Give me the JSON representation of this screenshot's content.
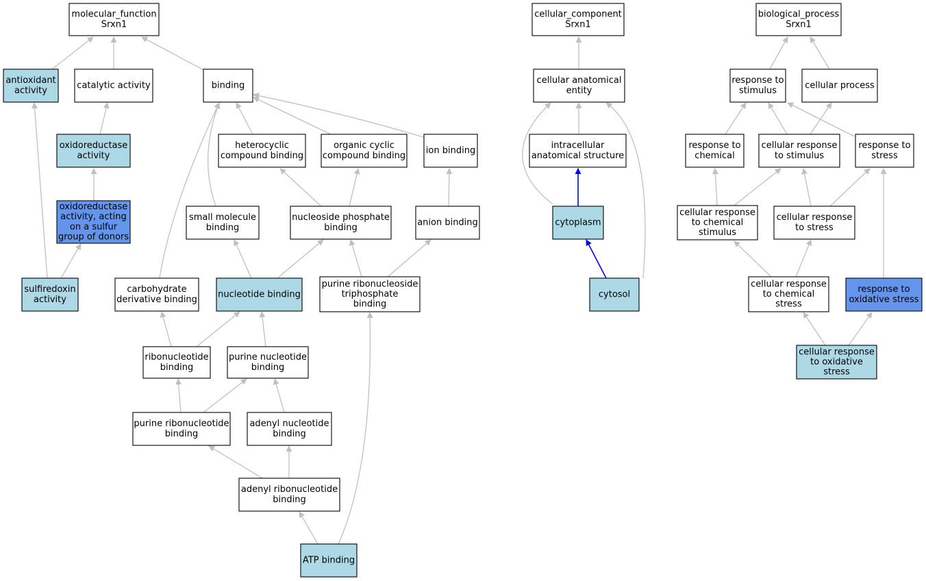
{
  "diagram": {
    "colors": {
      "default_fill": "#ffffff",
      "annotated_fill": "#add8e6",
      "highlight_fill": "#6495ed",
      "edge_gray": "#c0c0c0",
      "edge_blue": "#0000ff",
      "border": "#000000"
    },
    "nodes": [
      {
        "id": "mf",
        "lines": [
          "molecular_function",
          "Srxn1"
        ],
        "style": "default"
      },
      {
        "id": "antioxidant",
        "lines": [
          "antioxidant",
          "activity"
        ],
        "style": "annotated"
      },
      {
        "id": "catalytic",
        "lines": [
          "catalytic activity"
        ],
        "style": "default"
      },
      {
        "id": "oxidoreductase",
        "lines": [
          "oxidoreductase",
          "activity"
        ],
        "style": "annotated"
      },
      {
        "id": "oxidoreductase_sulfur",
        "lines": [
          "oxidoreductase",
          "activity, acting",
          "on a sulfur",
          "group of donors"
        ],
        "style": "highlight"
      },
      {
        "id": "sulfiredoxin",
        "lines": [
          "sulfiredoxin",
          "activity"
        ],
        "style": "annotated"
      },
      {
        "id": "binding",
        "lines": [
          "binding"
        ],
        "style": "default"
      },
      {
        "id": "heterocyclic",
        "lines": [
          "heterocyclic",
          "compound binding"
        ],
        "style": "default"
      },
      {
        "id": "organic_cyclic",
        "lines": [
          "organic cyclic",
          "compound binding"
        ],
        "style": "default"
      },
      {
        "id": "ion_binding",
        "lines": [
          "ion binding"
        ],
        "style": "default"
      },
      {
        "id": "small_molecule",
        "lines": [
          "small molecule",
          "binding"
        ],
        "style": "default"
      },
      {
        "id": "nucleoside_phosphate",
        "lines": [
          "nucleoside phosphate",
          "binding"
        ],
        "style": "default"
      },
      {
        "id": "anion_binding",
        "lines": [
          "anion binding"
        ],
        "style": "default"
      },
      {
        "id": "carbohydrate",
        "lines": [
          "carbohydrate",
          "derivative binding"
        ],
        "style": "default"
      },
      {
        "id": "nucleotide_binding",
        "lines": [
          "nucleotide binding"
        ],
        "style": "annotated"
      },
      {
        "id": "purine_ribonucleoside_tp",
        "lines": [
          "purine ribonucleoside",
          "triphosphate",
          "binding"
        ],
        "style": "default"
      },
      {
        "id": "ribonucleotide",
        "lines": [
          "ribonucleotide",
          "binding"
        ],
        "style": "default"
      },
      {
        "id": "purine_nucleotide",
        "lines": [
          "purine nucleotide",
          "binding"
        ],
        "style": "default"
      },
      {
        "id": "purine_ribonucleotide",
        "lines": [
          "purine ribonucleotide",
          "binding"
        ],
        "style": "default"
      },
      {
        "id": "adenyl_nucleotide",
        "lines": [
          "adenyl nucleotide",
          "binding"
        ],
        "style": "default"
      },
      {
        "id": "adenyl_ribonucleotide",
        "lines": [
          "adenyl ribonucleotide",
          "binding"
        ],
        "style": "default"
      },
      {
        "id": "atp_binding",
        "lines": [
          "ATP binding"
        ],
        "style": "annotated"
      },
      {
        "id": "cc",
        "lines": [
          "cellular_component",
          "Srxn1"
        ],
        "style": "default"
      },
      {
        "id": "cellular_anatomical",
        "lines": [
          "cellular anatomical",
          "entity"
        ],
        "style": "default"
      },
      {
        "id": "intracellular",
        "lines": [
          "intracellular",
          "anatomical structure"
        ],
        "style": "default"
      },
      {
        "id": "cytoplasm",
        "lines": [
          "cytoplasm"
        ],
        "style": "annotated"
      },
      {
        "id": "cytosol",
        "lines": [
          "cytosol"
        ],
        "style": "annotated"
      },
      {
        "id": "bp",
        "lines": [
          "biological_process",
          "Srxn1"
        ],
        "style": "default"
      },
      {
        "id": "response_stimulus",
        "lines": [
          "response to",
          "stimulus"
        ],
        "style": "default"
      },
      {
        "id": "cellular_process",
        "lines": [
          "cellular process"
        ],
        "style": "default"
      },
      {
        "id": "response_chemical",
        "lines": [
          "response to",
          "chemical"
        ],
        "style": "default"
      },
      {
        "id": "cellular_response_stimulus",
        "lines": [
          "cellular response",
          "to stimulus"
        ],
        "style": "default"
      },
      {
        "id": "response_stress",
        "lines": [
          "response to",
          "stress"
        ],
        "style": "default"
      },
      {
        "id": "cellular_response_chemical_stimulus",
        "lines": [
          "cellular response",
          "to chemical",
          "stimulus"
        ],
        "style": "default"
      },
      {
        "id": "cellular_response_stress",
        "lines": [
          "cellular response",
          "to stress"
        ],
        "style": "default"
      },
      {
        "id": "cellular_response_chemical_stress",
        "lines": [
          "cellular response",
          "to chemical",
          "stress"
        ],
        "style": "default"
      },
      {
        "id": "response_oxidative",
        "lines": [
          "response to",
          "oxidative stress"
        ],
        "style": "highlight"
      },
      {
        "id": "cellular_response_oxidative",
        "lines": [
          "cellular response",
          "to oxidative",
          "stress"
        ],
        "style": "annotated"
      }
    ],
    "edges": [
      {
        "from": "antioxidant",
        "to": "mf",
        "color": "gray"
      },
      {
        "from": "catalytic",
        "to": "mf",
        "color": "gray"
      },
      {
        "from": "binding",
        "to": "mf",
        "color": "gray"
      },
      {
        "from": "oxidoreductase",
        "to": "catalytic",
        "color": "gray"
      },
      {
        "from": "oxidoreductase_sulfur",
        "to": "oxidoreductase",
        "color": "gray"
      },
      {
        "from": "sulfiredoxin",
        "to": "antioxidant",
        "color": "gray"
      },
      {
        "from": "sulfiredoxin",
        "to": "oxidoreductase_sulfur",
        "color": "gray"
      },
      {
        "from": "heterocyclic",
        "to": "binding",
        "color": "gray"
      },
      {
        "from": "organic_cyclic",
        "to": "binding",
        "color": "gray"
      },
      {
        "from": "ion_binding",
        "to": "binding",
        "color": "gray"
      },
      {
        "from": "small_molecule",
        "to": "binding",
        "color": "gray"
      },
      {
        "from": "carbohydrate",
        "to": "binding",
        "color": "gray"
      },
      {
        "from": "nucleoside_phosphate",
        "to": "heterocyclic",
        "color": "gray"
      },
      {
        "from": "nucleoside_phosphate",
        "to": "organic_cyclic",
        "color": "gray"
      },
      {
        "from": "anion_binding",
        "to": "ion_binding",
        "color": "gray"
      },
      {
        "from": "nucleotide_binding",
        "to": "small_molecule",
        "color": "gray"
      },
      {
        "from": "nucleotide_binding",
        "to": "nucleoside_phosphate",
        "color": "gray"
      },
      {
        "from": "purine_ribonucleoside_tp",
        "to": "nucleoside_phosphate",
        "color": "gray"
      },
      {
        "from": "purine_ribonucleoside_tp",
        "to": "anion_binding",
        "color": "gray"
      },
      {
        "from": "ribonucleotide",
        "to": "carbohydrate",
        "color": "gray"
      },
      {
        "from": "ribonucleotide",
        "to": "nucleotide_binding",
        "color": "gray"
      },
      {
        "from": "purine_nucleotide",
        "to": "nucleotide_binding",
        "color": "gray"
      },
      {
        "from": "purine_ribonucleotide",
        "to": "ribonucleotide",
        "color": "gray"
      },
      {
        "from": "purine_ribonucleotide",
        "to": "purine_nucleotide",
        "color": "gray"
      },
      {
        "from": "adenyl_nucleotide",
        "to": "purine_nucleotide",
        "color": "gray"
      },
      {
        "from": "adenyl_ribonucleotide",
        "to": "purine_ribonucleotide",
        "color": "gray"
      },
      {
        "from": "adenyl_ribonucleotide",
        "to": "adenyl_nucleotide",
        "color": "gray"
      },
      {
        "from": "atp_binding",
        "to": "adenyl_ribonucleotide",
        "color": "gray"
      },
      {
        "from": "atp_binding",
        "to": "purine_ribonucleoside_tp",
        "color": "gray"
      },
      {
        "from": "cellular_anatomical",
        "to": "cc",
        "color": "gray"
      },
      {
        "from": "intracellular",
        "to": "cellular_anatomical",
        "color": "gray"
      },
      {
        "from": "cytoplasm",
        "to": "cellular_anatomical",
        "color": "gray"
      },
      {
        "from": "cytoplasm",
        "to": "intracellular",
        "color": "blue"
      },
      {
        "from": "cytosol",
        "to": "cytoplasm",
        "color": "blue"
      },
      {
        "from": "cytosol",
        "to": "cellular_anatomical",
        "color": "gray"
      },
      {
        "from": "response_stimulus",
        "to": "bp",
        "color": "gray"
      },
      {
        "from": "cellular_process",
        "to": "bp",
        "color": "gray"
      },
      {
        "from": "response_chemical",
        "to": "response_stimulus",
        "color": "gray"
      },
      {
        "from": "cellular_response_stimulus",
        "to": "response_stimulus",
        "color": "gray"
      },
      {
        "from": "cellular_response_stimulus",
        "to": "cellular_process",
        "color": "gray"
      },
      {
        "from": "response_stress",
        "to": "response_stimulus",
        "color": "gray"
      },
      {
        "from": "cellular_response_chemical_stimulus",
        "to": "response_chemical",
        "color": "gray"
      },
      {
        "from": "cellular_response_chemical_stimulus",
        "to": "cellular_response_stimulus",
        "color": "gray"
      },
      {
        "from": "cellular_response_stress",
        "to": "cellular_response_stimulus",
        "color": "gray"
      },
      {
        "from": "cellular_response_stress",
        "to": "response_stress",
        "color": "gray"
      },
      {
        "from": "cellular_response_chemical_stress",
        "to": "cellular_response_chemical_stimulus",
        "color": "gray"
      },
      {
        "from": "cellular_response_chemical_stress",
        "to": "cellular_response_stress",
        "color": "gray"
      },
      {
        "from": "response_oxidative",
        "to": "response_stress",
        "color": "gray"
      },
      {
        "from": "cellular_response_oxidative",
        "to": "cellular_response_chemical_stress",
        "color": "gray"
      },
      {
        "from": "cellular_response_oxidative",
        "to": "response_oxidative",
        "color": "gray"
      }
    ]
  }
}
